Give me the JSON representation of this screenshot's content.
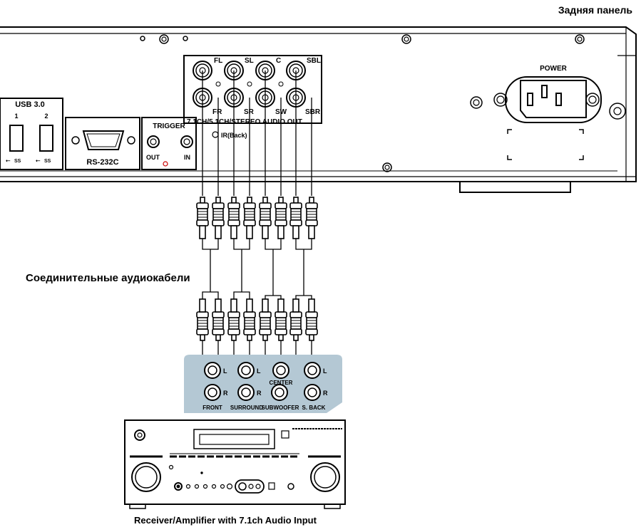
{
  "captions": {
    "panel": "Задняя панель",
    "cables": "Соединительные аудиокабели",
    "receiver": "Receiver/Amplifier with 7.1ch Audio Input"
  },
  "player_panel": {
    "usb": {
      "title": "USB 3.0",
      "port1": "1",
      "port2": "2",
      "logo1": "SS",
      "logo2": "SS"
    },
    "rs232": "RS-232C",
    "trigger": {
      "title": "TRIGGER",
      "out": "OUT",
      "in": "IN"
    },
    "ir": "IR(Back)",
    "jacks_top": [
      "FL",
      "SL",
      "C",
      "SBL"
    ],
    "jacks_bottom": [
      "FR",
      "SR",
      "SW",
      "SBR"
    ],
    "audio_out": "7.1CH/5.1CH/STEREO AUDIO OUT",
    "power": "POWER"
  },
  "receiver_inputs": {
    "channel_l": "L",
    "channel_r": "R",
    "center": "CENTER",
    "groups": [
      "FRONT",
      "SURROUND",
      "SUBWOOFER",
      "S. BACK"
    ]
  },
  "colors": {
    "receiver_panel": "#b4c8d4",
    "line": "#000000"
  }
}
